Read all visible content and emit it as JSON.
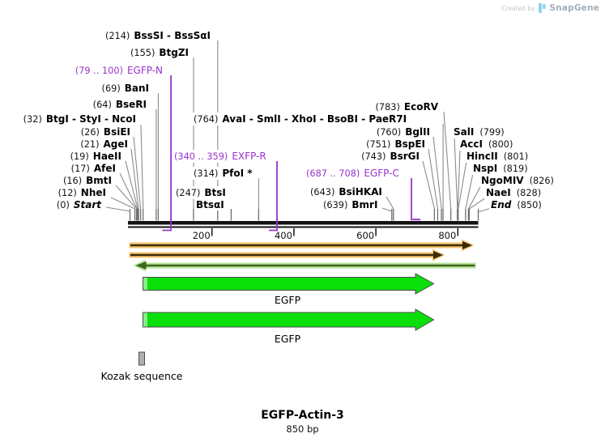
{
  "watermark": {
    "created_by": "Created by",
    "brand": "SnapGene"
  },
  "title": {
    "name": "EGFP-Actin-3",
    "length": "850 bp"
  },
  "map": {
    "ruler": {
      "ticks": [
        "200",
        "400",
        "600",
        "800"
      ]
    },
    "features": {
      "egfp_top": {
        "label": "EGFP"
      },
      "egfp_bottom": {
        "label": "EGFP"
      },
      "kozak": {
        "label": "Kozak sequence"
      }
    },
    "site_labels": [
      {
        "id": "bsssi",
        "num": "(214)",
        "name": "BssSI - BssSαI",
        "type": "enzyme"
      },
      {
        "id": "btgzi",
        "num": "(155)",
        "name": "BtgZI",
        "type": "enzyme"
      },
      {
        "id": "egfp_n",
        "num": "(79 .. 100)",
        "name": "EGFP-N",
        "type": "primer"
      },
      {
        "id": "bani",
        "num": "(69)",
        "name": "BanI",
        "type": "enzyme"
      },
      {
        "id": "bseri",
        "num": "(64)",
        "name": "BseRI",
        "type": "enzyme"
      },
      {
        "id": "btgi",
        "num": "(32)",
        "name": "BtgI - StyI - NcoI",
        "type": "enzyme"
      },
      {
        "id": "bsiei",
        "num": "(26)",
        "name": "BsiEI",
        "type": "enzyme"
      },
      {
        "id": "agei",
        "num": "(21)",
        "name": "AgeI",
        "type": "enzyme"
      },
      {
        "id": "haeii",
        "num": "(19)",
        "name": "HaeII",
        "type": "enzyme"
      },
      {
        "id": "afei",
        "num": "(17)",
        "name": "AfeI",
        "type": "enzyme"
      },
      {
        "id": "bmti",
        "num": "(16)",
        "name": "BmtI",
        "type": "enzyme"
      },
      {
        "id": "nhei",
        "num": "(12)",
        "name": "NheI",
        "type": "enzyme"
      },
      {
        "id": "start",
        "num": "(0)",
        "name": "Start",
        "type": "terminus"
      },
      {
        "id": "exfp_r",
        "num": "(340 .. 359)",
        "name": "EXFP-R",
        "type": "primer"
      },
      {
        "id": "pfoi",
        "num": "(314)",
        "name": "PfoI *",
        "type": "enzyme"
      },
      {
        "id": "btsi",
        "num": "(247)",
        "name": "BtsI",
        "type": "enzyme"
      },
      {
        "id": "btsai",
        "num": "",
        "name": "BtsαI",
        "type": "enzyme"
      },
      {
        "id": "avai",
        "num": "(764)",
        "name": "AvaI - SmlI - XhoI - BsoBI - PaeR7I",
        "type": "enzyme"
      },
      {
        "id": "ecorv",
        "num": "(783)",
        "name": "EcoRV",
        "type": "enzyme"
      },
      {
        "id": "bglii",
        "num": "(760)",
        "name": "BglII",
        "type": "enzyme"
      },
      {
        "id": "bspei",
        "num": "(751)",
        "name": "BspEI",
        "type": "enzyme"
      },
      {
        "id": "bsrgi",
        "num": "(743)",
        "name": "BsrGI",
        "type": "enzyme"
      },
      {
        "id": "egfp_c",
        "num": "(687 .. 708)",
        "name": "EGFP-C",
        "type": "primer"
      },
      {
        "id": "bsihkai",
        "num": "(643)",
        "name": "BsiHKAI",
        "type": "enzyme"
      },
      {
        "id": "bmri",
        "num": "(639)",
        "name": "BmrI",
        "type": "enzyme"
      },
      {
        "id": "sali",
        "num": "(799)",
        "name": "SalI",
        "type": "enzyme"
      },
      {
        "id": "acci",
        "num": "(800)",
        "name": "AccI",
        "type": "enzyme"
      },
      {
        "id": "hincii",
        "num": "(801)",
        "name": "HincII",
        "type": "enzyme"
      },
      {
        "id": "nspi",
        "num": "(819)",
        "name": "NspI",
        "type": "enzyme"
      },
      {
        "id": "ngomiv",
        "num": "(826)",
        "name": "NgoMIV",
        "type": "enzyme"
      },
      {
        "id": "naei",
        "num": "(828)",
        "name": "NaeI",
        "type": "enzyme"
      },
      {
        "id": "end",
        "num": "(850)",
        "name": "End",
        "type": "terminus"
      }
    ],
    "colors": {
      "primer_purple": "#9633cc",
      "orf_orange": "#f4c46f",
      "orf_orange_core": "#3a2b06",
      "reverse_orf_green": "#b5e69a",
      "reverse_orf_green_core": "#3e641c",
      "egfp_green": "#0adf0a",
      "kozak_gray": "#adb0b5"
    }
  }
}
